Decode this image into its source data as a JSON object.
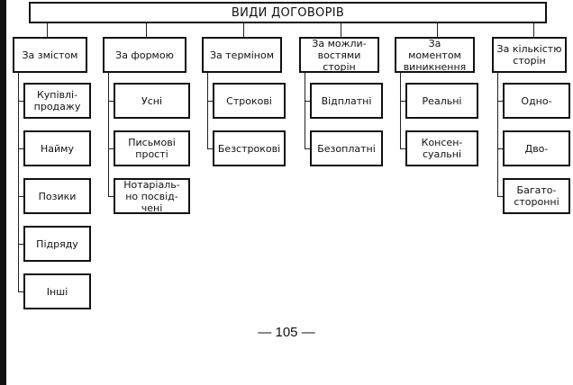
{
  "title": "ВИДИ ДОГОВОРІВ",
  "categories": [
    {
      "label": "За змістом",
      "children": [
        "Купівлі-продажу",
        "Найму",
        "Позики",
        "Підряду",
        "Інші"
      ]
    },
    {
      "label": "За формою",
      "children": [
        "Усні",
        "Письмові прості",
        "Нотаріально посвідчені"
      ]
    },
    {
      "label": "За терміном",
      "children": [
        "Строкові",
        "Безстрокові"
      ]
    },
    {
      "label": "За можливостями сторін",
      "children": [
        "Відплатні",
        "Безоплатні"
      ]
    },
    {
      "label": "За моментом виникнення",
      "children": [
        "Реальні",
        "Консенсуальні"
      ]
    },
    {
      "label": "За кількістю сторін",
      "children": [
        "Одно-",
        "Дво-",
        "Багатосторонні"
      ]
    }
  ],
  "display": {
    "cat0": "За змістом",
    "cat1": "За формою",
    "cat2": "За терміном",
    "cat3": "За можли-\nвостями\nсторін",
    "cat4": "За\nмоментом\nвиникнення",
    "cat5": "За кількістю\nсторін",
    "c0": [
      "Купівлі-\nпродажу",
      "Найму",
      "Позики",
      "Підряду",
      "Інші"
    ],
    "c1": [
      "Усні",
      "Письмові\nпрості",
      "Нотаріаль-\nно посвід-\nчені"
    ],
    "c2": [
      "Строкові",
      "Безстрокові"
    ],
    "c3": [
      "Відплатні",
      "Безоплатні"
    ],
    "c4": [
      "Реальні",
      "Консен-\nсуальні"
    ],
    "c5": [
      "Одно-",
      "Дво-",
      "Багато-\nсторонні"
    ]
  },
  "page_number": "— 105 —"
}
